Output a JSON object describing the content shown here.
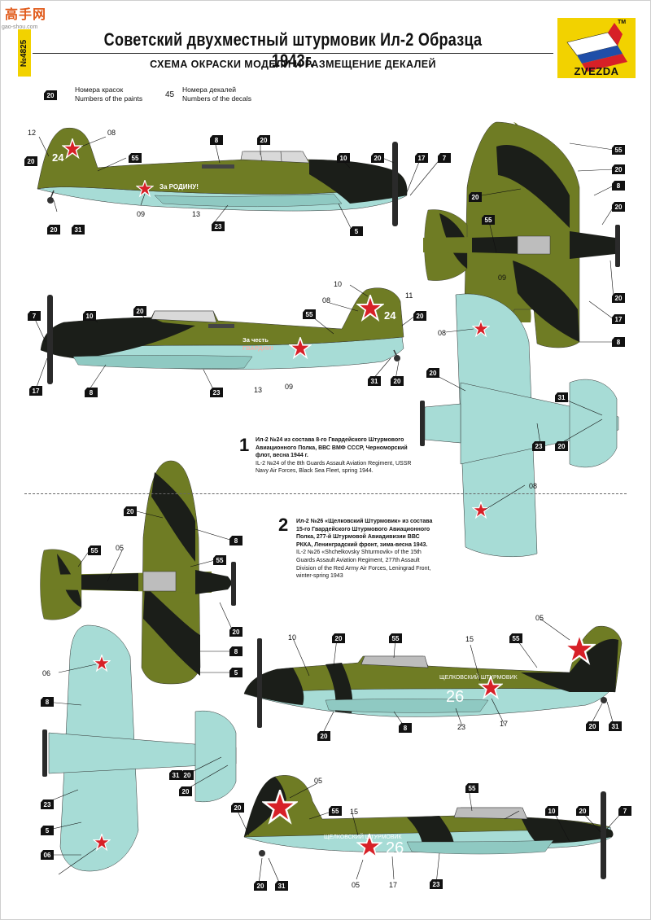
{
  "watermark": {
    "brand": "高手网",
    "url": "gao-shou.com"
  },
  "header": {
    "article_number": "№4825",
    "title": "Советский двухместный штурмовик Ил-2 Образца 1943г.",
    "subtitle": "СХЕМА ОКРАСКИ МОДЕЛИ И РАЗМЕЩЕНИЕ ДЕКАЛЕЙ",
    "logo_text": "ZVEZDA",
    "logo_tm": "TM"
  },
  "legend": {
    "paint_icon_number": "20",
    "paint_title": "Номера красок",
    "paint_subtitle": "Numbers of the paints",
    "decal_number": "45",
    "decal_title": "Номера декалей",
    "decal_subtitle": "Numbers of the decals"
  },
  "schemes": [
    {
      "number": "1",
      "ru_bold": "Ил-2 №24 из состава 8-го Гвардейского Штурмового Авиационного Полка, ВВС ВМФ СССР, Черноморский флот, весна 1944 г.",
      "en": "IL-2 №24 of the 8th Guards Assault Aviation Regiment, USSR Navy Air Forces, Black Sea Fleet, spring 1944."
    },
    {
      "number": "2",
      "ru_bold": "Ил-2 №26 «Щелковский Штурмовик» из состава 15-го Гвардейского Штурмового Авиационного Полка, 277-й Штурмовой Авиадивизии ВВС РККА, Ленинградский фронт, зима-весна 1943.",
      "en": "IL-2 №26 «Shchelkovsky Shturmovik» of the 15th Guards Assault Aviation Regiment, 277th Assault Division of the Red Army Air Forces, Leningrad Front, winter-spring 1943"
    }
  ],
  "aircraft_markings": {
    "slogan_1": "За РОДИНУ!",
    "slogan_2_line1": "За честь",
    "slogan_2_line2": "ГВАРДИИ!",
    "tail_number_1": "24",
    "tail_number_2": "26",
    "fuselage_name": "ЩЕЛКОВСКИЙ ШТУРМОВИК"
  },
  "colors": {
    "olive": "#6f7c24",
    "dark": "#1b1e19",
    "light_blue": "#a7dcd6",
    "red_star": "#d72027",
    "logo_yellow": "#f2d200"
  },
  "callouts": {
    "p1_side1": [
      "12",
      "08",
      "20",
      "55",
      "8",
      "20",
      "10",
      "20",
      "17",
      "7",
      "20",
      "31",
      "09",
      "13",
      "23",
      "5"
    ],
    "p1_side2": [
      "7",
      "10",
      "20",
      "55",
      "08",
      "10",
      "11",
      "20",
      "17",
      "8",
      "23",
      "13",
      "09",
      "31",
      "20"
    ],
    "p1_top": [
      "55",
      "20",
      "20",
      "8",
      "20",
      "55",
      "09",
      "20",
      "17",
      "8",
      "5"
    ],
    "p1_bottom": [
      "08",
      "20",
      "31",
      "23",
      "20",
      "08"
    ],
    "p2_top": [
      "20",
      "8",
      "55",
      "05",
      "55",
      "20",
      "8",
      "5"
    ],
    "p2_bottom": [
      "06",
      "8",
      "20",
      "31",
      "20",
      "23",
      "5",
      "06"
    ],
    "p2_side1": [
      "10",
      "20",
      "55",
      "15",
      "55",
      "05",
      "20",
      "31",
      "20",
      "8",
      "23",
      "17",
      "05"
    ],
    "p2_side2": [
      "05",
      "20",
      "55",
      "15",
      "55",
      "10",
      "20",
      "7",
      "20",
      "31",
      "05",
      "17",
      "23"
    ]
  }
}
